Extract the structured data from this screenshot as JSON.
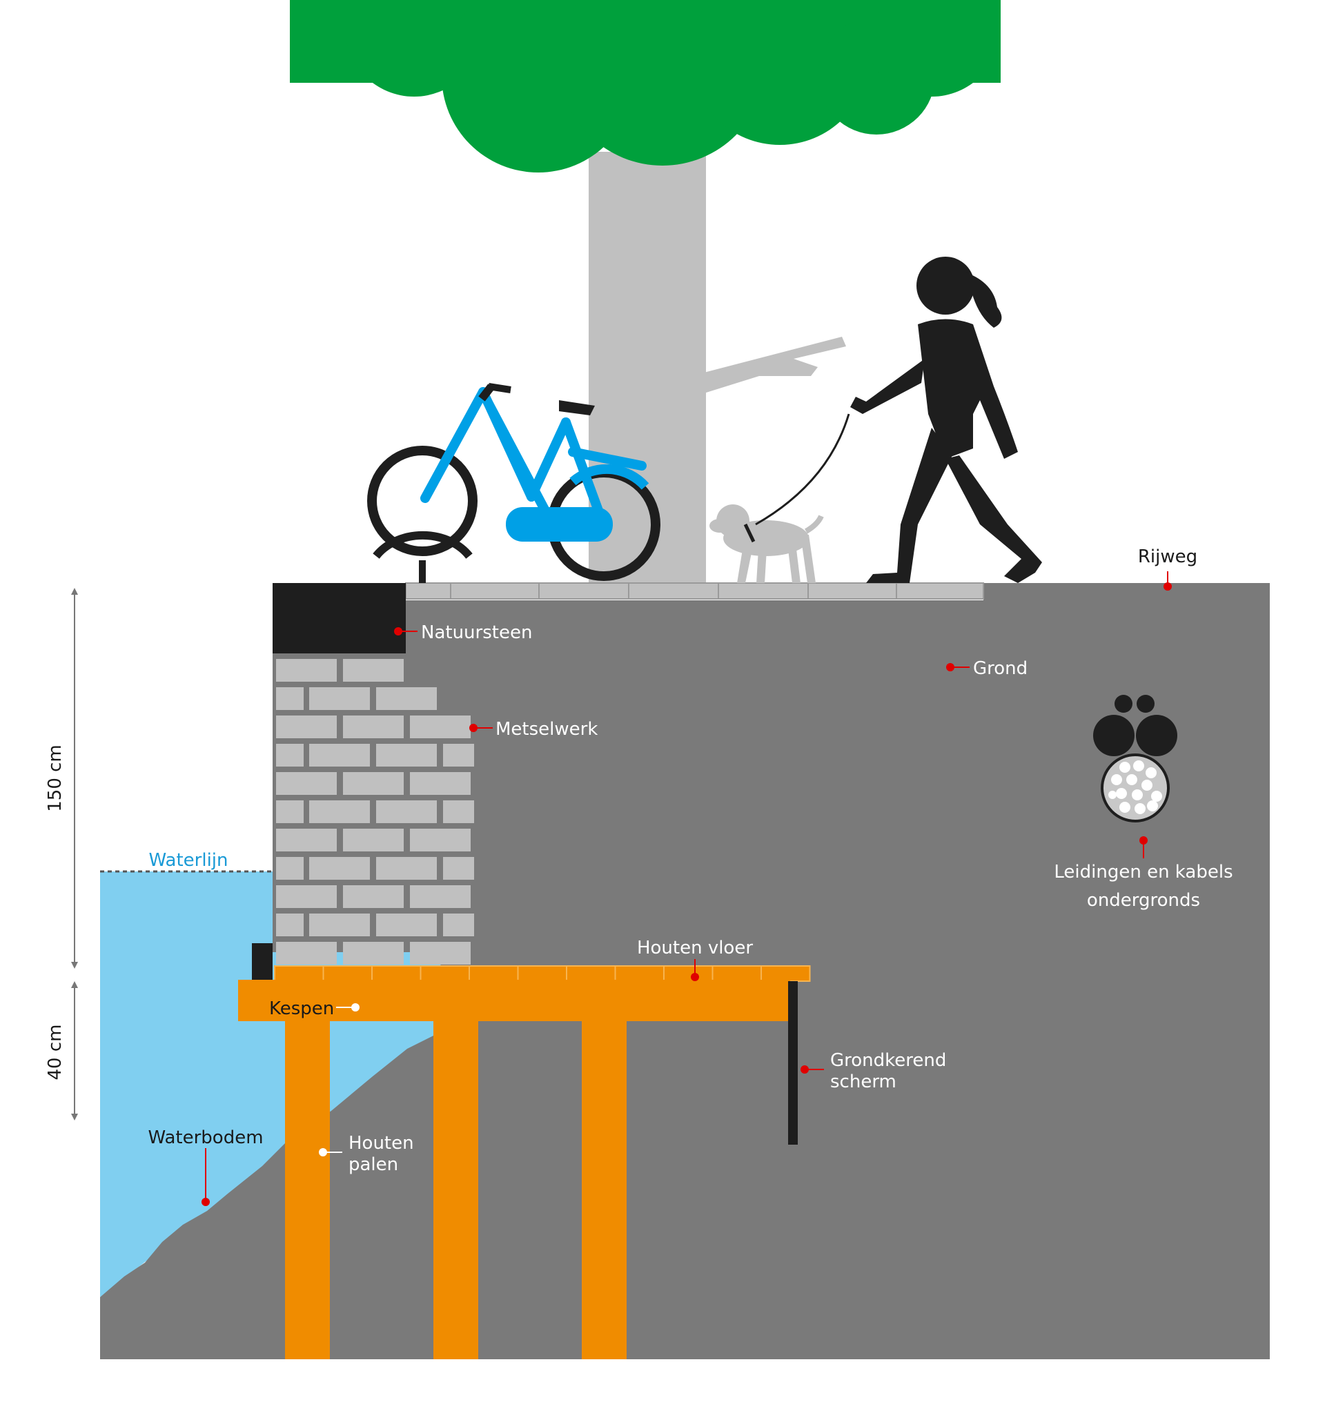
{
  "colors": {
    "ground": "#7a7a7a",
    "water": "#80cff0",
    "wood": "#f08c00",
    "stone": "#1e1e1e",
    "brick": "#c0c0c0",
    "tree_crown": "#00a03c",
    "tree_trunk": "#c0c0c0",
    "bike": "#00a0e6",
    "silhouette": "#1e1e1e",
    "marker_red": "#e00000",
    "marker_white": "#ffffff",
    "waterline_label": "#1a9ad6"
  },
  "labels": {
    "rijweg": "Rijweg",
    "natuursteen": "Natuursteen",
    "grond": "Grond",
    "metselwerk": "Metselwerk",
    "waterlijn": "Waterlijn",
    "leidingen_1": "Leidingen en kabels",
    "leidingen_2": "ondergronds",
    "houten_vloer": "Houten vloer",
    "kespen": "Kespen",
    "grondkerend_1": "Grondkerend",
    "grondkerend_2": "scherm",
    "waterbodem": "Waterbodem",
    "houten_1": "Houten",
    "houten_2": "palen"
  },
  "dimensions": {
    "upper": "150 cm",
    "lower": "40 cm"
  },
  "icons": [
    "tree-icon",
    "bicycle-icon",
    "woman-walking-icon",
    "dog-icon",
    "cables-icon"
  ]
}
